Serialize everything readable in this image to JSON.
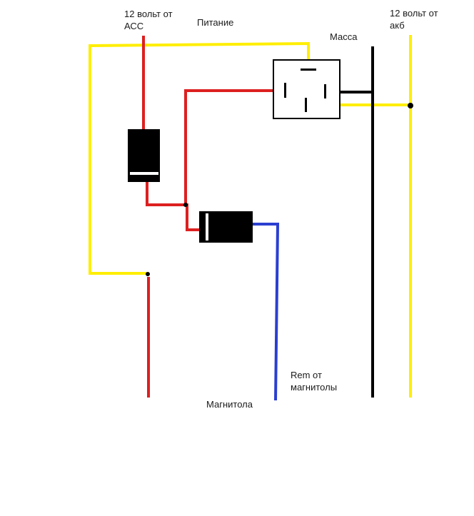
{
  "colors": {
    "yellow": "#ffee00",
    "red": "#dd2020",
    "blue": "#2a3fd0",
    "black": "#000000",
    "white": "#ffffff"
  },
  "labels": {
    "acc_line1": "12 вольт от",
    "acc_line2": "АСС",
    "power": "Питание",
    "ground": "Масса",
    "battery_line1": "12 вольт от",
    "battery_line2": "акб",
    "rem_line1": "Rem от",
    "rem_line2": "магнитолы",
    "head_unit": "Магнитола"
  }
}
